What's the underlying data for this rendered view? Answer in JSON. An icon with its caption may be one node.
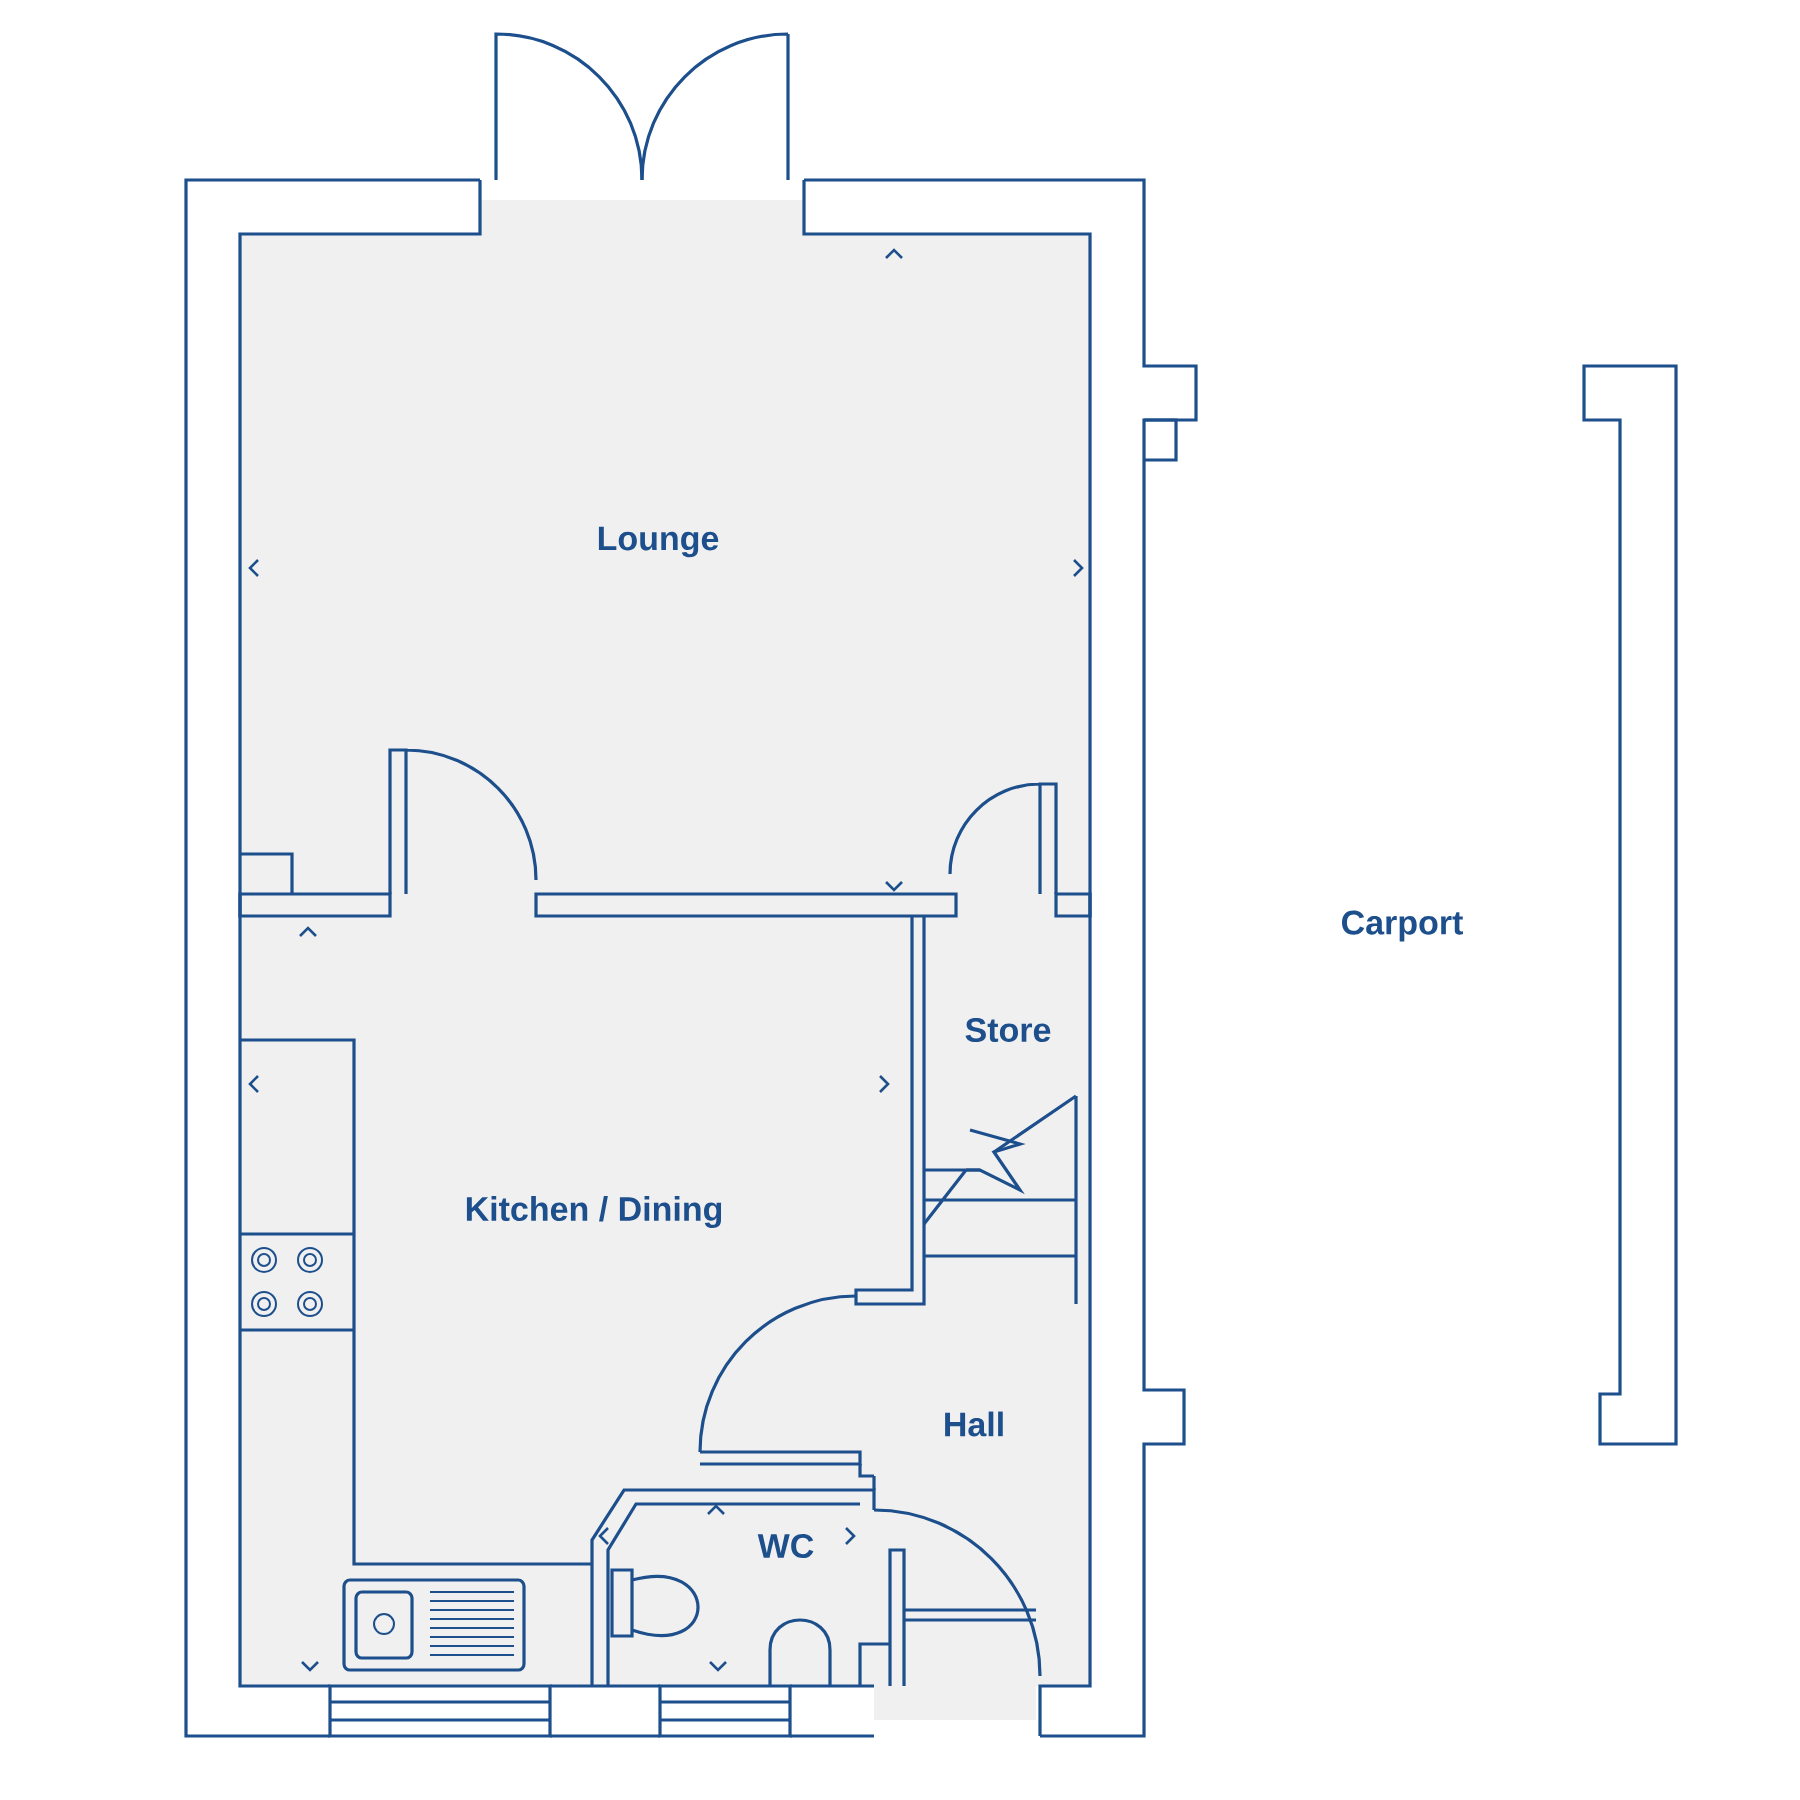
{
  "diagram": {
    "nodes": [
      {
        "text": [
          "Lounge"
        ]
      },
      {
        "text": [
          "Store"
        ]
      },
      {
        "text": [
          "Kitchen / Dining"
        ]
      },
      {
        "text": [
          "Hall"
        ]
      },
      {
        "text": [
          "WC"
        ]
      },
      {
        "text": [
          "Carport"
        ]
      }
    ]
  }
}
